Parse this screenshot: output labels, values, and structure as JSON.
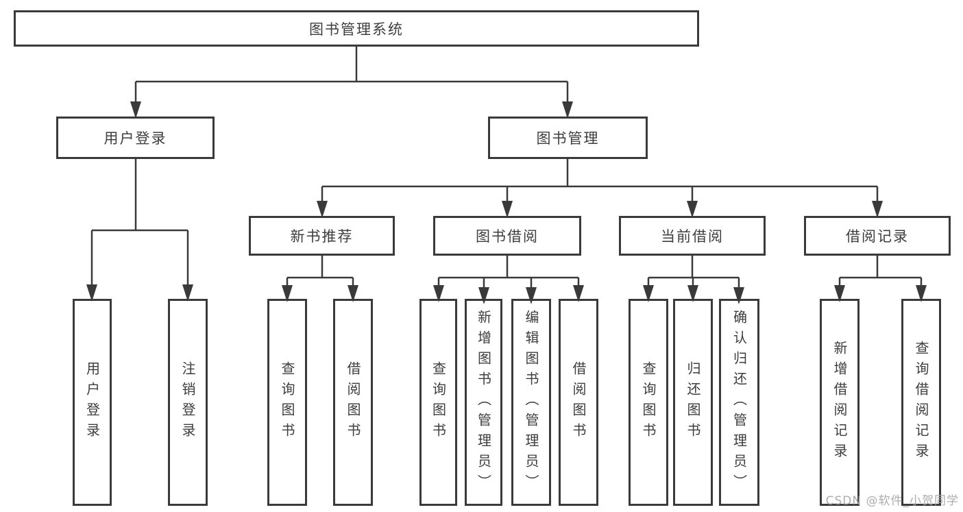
{
  "diagram_type": "hierarchy-tree",
  "colors": {
    "line": "#3a3a3a",
    "box_border": "#3a3a3a",
    "box_fill": "#ffffff",
    "text": "#3d3d3d",
    "watermark": "#a8a8a8",
    "background": "#ffffff"
  },
  "tree": {
    "label": "图书管理系统",
    "children": [
      {
        "label": "用户登录",
        "children": [
          {
            "label": "用户登录"
          },
          {
            "label": "注销登录"
          }
        ]
      },
      {
        "label": "图书管理",
        "children": [
          {
            "label": "新书推荐",
            "children": [
              {
                "label": "查询图书"
              },
              {
                "label": "借阅图书"
              }
            ]
          },
          {
            "label": "图书借阅",
            "children": [
              {
                "label": "查询图书"
              },
              {
                "label": "新增图书（管理员）"
              },
              {
                "label": "编辑图书（管理员）"
              },
              {
                "label": "借阅图书"
              }
            ]
          },
          {
            "label": "当前借阅",
            "children": [
              {
                "label": "查询图书"
              },
              {
                "label": "归还图书"
              },
              {
                "label": "确认归还（管理员）"
              }
            ]
          },
          {
            "label": "借阅记录",
            "children": [
              {
                "label": "新增借阅记录"
              },
              {
                "label": "查询借阅记录"
              }
            ]
          }
        ]
      }
    ]
  },
  "watermark": "CSDN @软件_小贺同学"
}
